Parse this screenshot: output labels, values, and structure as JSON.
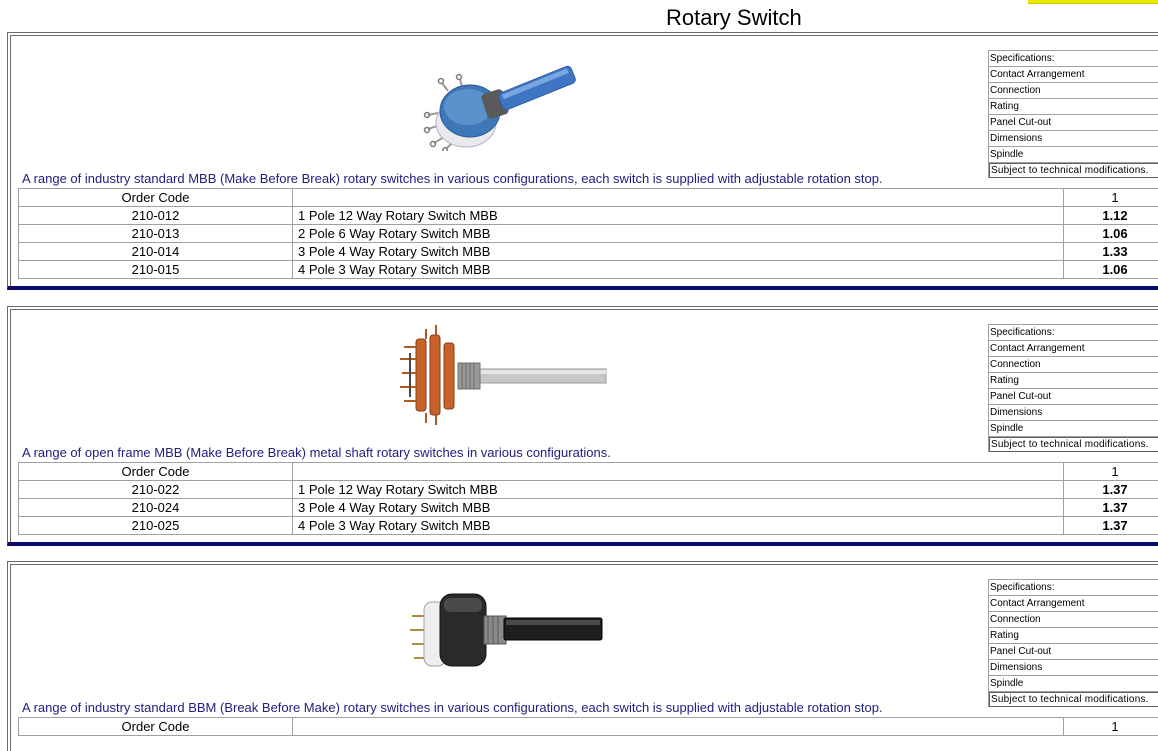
{
  "page": {
    "title": "Rotary Switch"
  },
  "spec_labels": [
    "Specifications:",
    "Contact Arrangement",
    "Connection",
    "Rating",
    "Panel Cut-out",
    "Dimensions",
    "Spindle"
  ],
  "spec_note": "Subject to technical modifications.",
  "table_header": {
    "code": "Order Code",
    "name": "",
    "price": "1"
  },
  "products": [
    {
      "description": "A range of industry standard MBB (Make Before Break) rotary switches in various configurations, each switch is supplied with adjustable rotation stop.",
      "image_icon": "blue-rotary-switch-photo",
      "rows": [
        {
          "code": "210-012",
          "name": "1 Pole 12 Way Rotary Switch MBB",
          "price": "1.12"
        },
        {
          "code": "210-013",
          "name": "2 Pole 6 Way Rotary Switch MBB",
          "price": "1.06"
        },
        {
          "code": "210-014",
          "name": "3 Pole 4 Way Rotary Switch MBB",
          "price": "1.33"
        },
        {
          "code": "210-015",
          "name": "4 Pole 3 Way Rotary Switch MBB",
          "price": "1.06"
        }
      ]
    },
    {
      "description": "A range of open frame MBB (Make Before Break) metal shaft rotary switches in various configurations.",
      "image_icon": "open-frame-rotary-switch-photo",
      "rows": [
        {
          "code": "210-022",
          "name": "1 Pole 12 Way Rotary Switch MBB",
          "price": "1.37"
        },
        {
          "code": "210-024",
          "name": "3 Pole 4 Way Rotary Switch MBB",
          "price": "1.37"
        },
        {
          "code": "210-025",
          "name": "4 Pole 3 Way Rotary Switch MBB",
          "price": "1.37"
        }
      ]
    },
    {
      "description": "A range of industry standard BBM (Break Before Make) rotary switches in various configurations, each switch is supplied with adjustable rotation stop.",
      "image_icon": "black-rotary-switch-photo",
      "rows": []
    }
  ]
}
